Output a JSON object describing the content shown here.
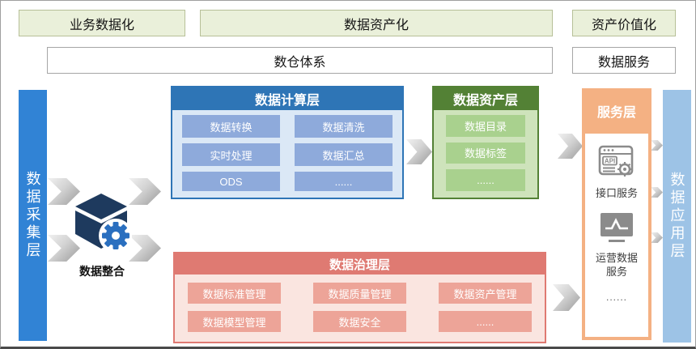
{
  "colors": {
    "collect_bar": "#3183d5",
    "app_bar": "#9dc3e6",
    "computing_header": "#2e75b6",
    "asset_header": "#538135",
    "governance_header": "#df7a72",
    "service_box": "#f4b183",
    "phase_box_bg": "#eaf0da"
  },
  "phases": [
    {
      "label": "业务数据化"
    },
    {
      "label": "数据资产化"
    },
    {
      "label": "资产价值化"
    }
  ],
  "systems": [
    {
      "label": "数仓体系"
    },
    {
      "label": "数据服务"
    }
  ],
  "collect_layer": {
    "label": "数据采集层"
  },
  "integration": {
    "label": "数据整合"
  },
  "computing_layer": {
    "title": "数据计算层",
    "cells": [
      "数据转换",
      "数据清洗",
      "实时处理",
      "数据汇总",
      "ODS",
      "......"
    ]
  },
  "asset_layer": {
    "title": "数据资产层",
    "cells": [
      "数据目录",
      "数据标签",
      "......"
    ]
  },
  "governance_layer": {
    "title": "数据治理层",
    "cells": [
      "数据标准管理",
      "数据质量管理",
      "数据资产管理",
      "数据模型管理",
      "数据安全",
      "......"
    ]
  },
  "service_layer": {
    "title": "服务层",
    "items": [
      {
        "icon": "api-service-icon",
        "icon_text": "API",
        "label": "接口服务"
      },
      {
        "icon": "monitor-chart-icon",
        "label": "运营数据服务"
      }
    ],
    "more": "......"
  },
  "app_layer": {
    "label": "数据应用层"
  }
}
